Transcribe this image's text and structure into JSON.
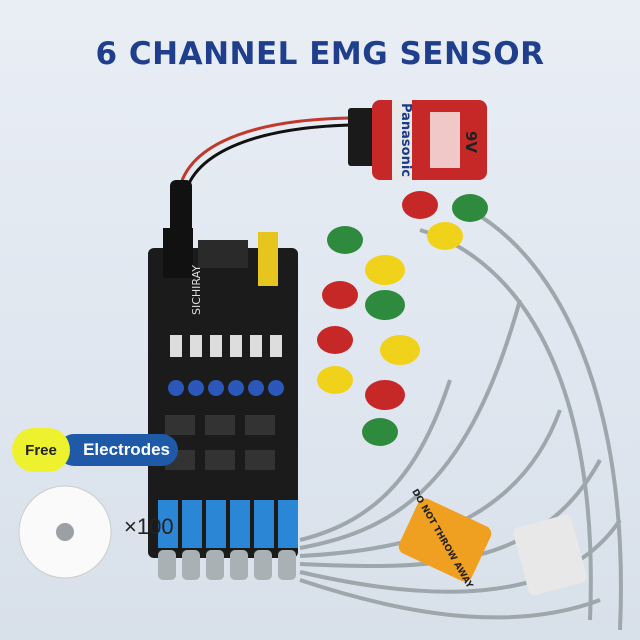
{
  "title": "6 CHANNEL EMG SENSOR",
  "badge": {
    "free": "Free",
    "electrodes": "Electrodes"
  },
  "quantity": "×100",
  "battery": {
    "brand": "Panasonic",
    "voltage": "9V"
  },
  "board": {
    "brand": "SICHIRAY"
  },
  "tag": {
    "text": "DO NOT THROW AWAY"
  },
  "colors": {
    "title": "#1f3e8c",
    "badge_yellow": "#eef12e",
    "badge_blue": "#1f5aa8"
  }
}
